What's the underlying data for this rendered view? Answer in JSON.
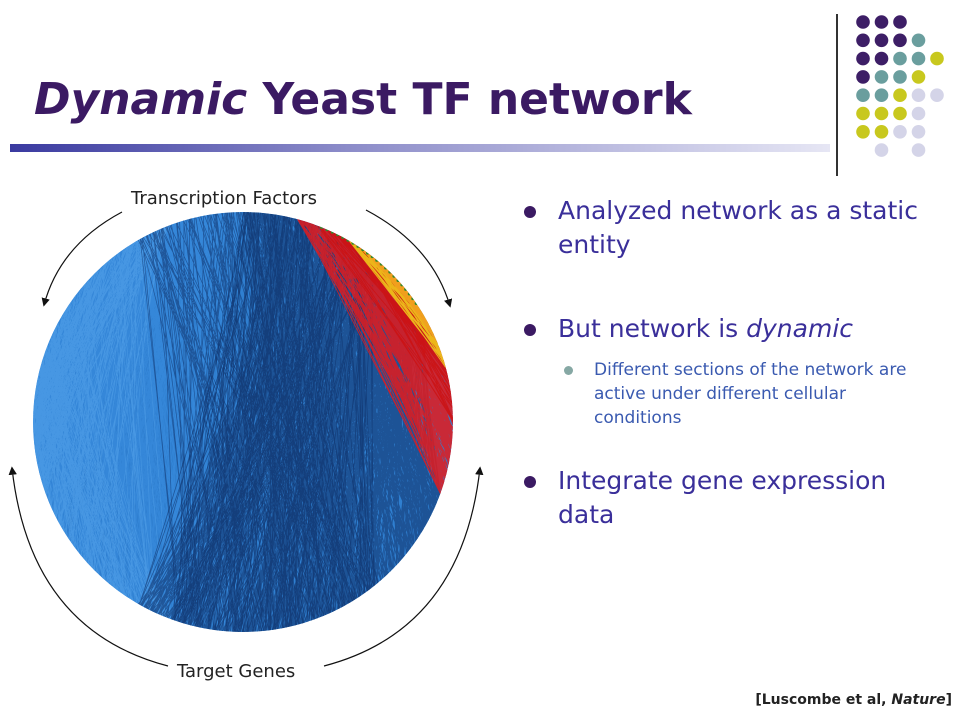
{
  "title": {
    "italic": "Dynamic",
    "rest": " Yeast TF network"
  },
  "figure": {
    "top_label": "Transcription Factors",
    "bottom_label": "Target Genes"
  },
  "bullets": {
    "b1": "Analyzed network as a static entity",
    "b2_pre": "But network is ",
    "b2_italic": "dynamic",
    "b2_sub": "Different sections of the network are active under different cellular conditions",
    "b3": "Integrate gene expression data"
  },
  "citation": {
    "pre": "[Luscombe et al, ",
    "italic": "Nature",
    "post": "]"
  },
  "colors": {
    "title": "#3b1a63",
    "bullet_text": "#3a2f9a",
    "sub_bullet_text": "#3a5ab0",
    "net_light_blue": "#3a8ee0",
    "net_dark_blue": "#16407e",
    "net_red": "#e41a1c",
    "net_yellow": "#f2d21a",
    "net_green": "#2e8b2e",
    "dot_purple": "#3d1e66",
    "dot_teal": "#6a9e9e",
    "dot_olive": "#c8c81e",
    "dot_lavender": "#d4d4e8"
  }
}
